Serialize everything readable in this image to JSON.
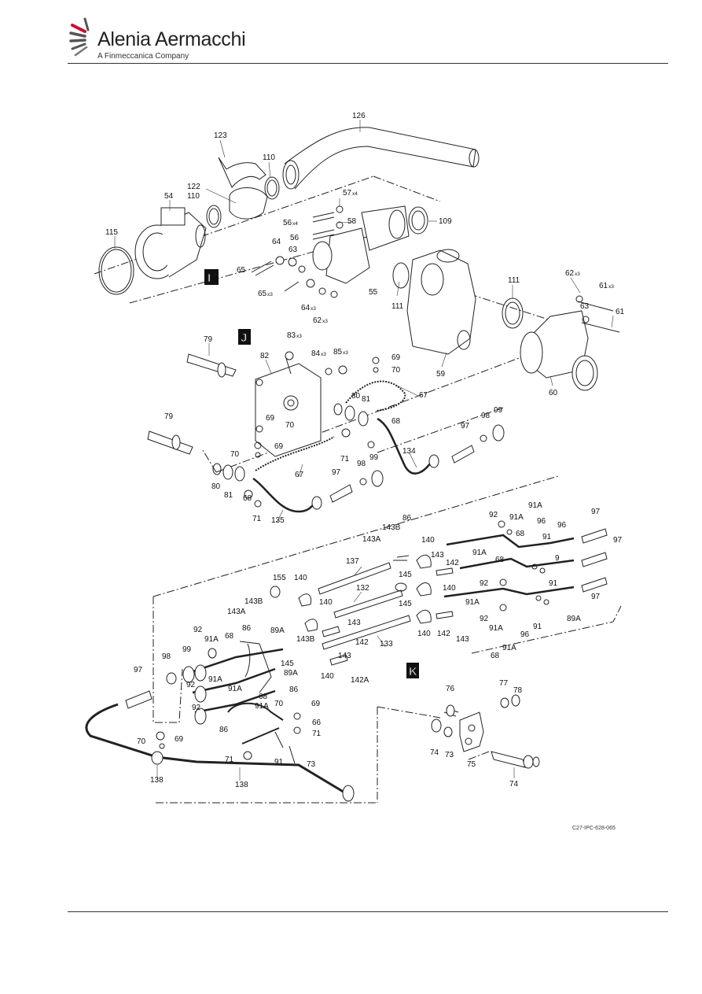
{
  "header": {
    "brand": "Alenia Aermacchi",
    "subtitle": "A Finmeccanica Company"
  },
  "figure_ref": "C27-IPC-628-065",
  "views": [
    "I",
    "J",
    "K"
  ],
  "callouts": {
    "c126": "126",
    "c123": "123",
    "c110a": "110",
    "c122": "122",
    "c110b": "110",
    "c54": "54",
    "c115": "115",
    "c57": "57",
    "c57q": "x4",
    "c58": "58",
    "c109": "109",
    "c56a": "56",
    "c56aq": "x4",
    "c56b": "56",
    "c64a": "64",
    "c63a": "63",
    "c65a": "65",
    "c65b": "65",
    "c65bq": "x3",
    "c64b": "64",
    "c64bq": "x3",
    "c62a": "62",
    "c62aq": "x3",
    "c55": "55",
    "c111a": "111",
    "c111b": "111",
    "c62b": "62",
    "c62bq": "x3",
    "c61a": "61",
    "c61aq": "x3",
    "c63b": "63",
    "c61b": "61",
    "c59": "59",
    "c60": "60",
    "c79a": "79",
    "c83": "83",
    "c83q": "x3",
    "c82": "82",
    "c84": "84",
    "c84q": "x3",
    "c85": "85",
    "c85q": "x3",
    "c69a": "69",
    "c70a": "70",
    "c80a": "80",
    "c81a": "81",
    "c67a": "67",
    "c69b": "69",
    "c70b": "70",
    "c68a": "68",
    "c79b": "79",
    "c97a": "97",
    "c98a": "98",
    "c99a": "99",
    "c71a": "71",
    "c134": "134",
    "c70c": "70",
    "c69c": "69",
    "c67b": "67",
    "c98b": "98",
    "c99b": "99",
    "c80b": "80",
    "c81b": "81",
    "c68b": "68",
    "c97b": "97",
    "c71b": "71",
    "c135": "135",
    "c86a": "86",
    "c143Ba": "143B",
    "c143Aa": "143A",
    "c140a": "140",
    "c143a": "143",
    "c142a": "142",
    "c145a": "145",
    "c92a": "92",
    "c91Aa": "91A",
    "c91Ab": "91A",
    "c68c": "68",
    "c96a": "96",
    "c96b": "96",
    "c97c": "97",
    "c97d": "97",
    "c91a": "91",
    "c9": "9",
    "c91Ac": "91A",
    "c68d": "68",
    "c137": "137",
    "c155": "155",
    "c140b": "140",
    "c132": "132",
    "c140c": "140",
    "c92b": "92",
    "c91b": "91",
    "c97e": "97",
    "c91Ad": "91A",
    "c89Aa": "89A",
    "c145b": "145",
    "c92c": "92",
    "c91Ae": "91A",
    "c91c": "91",
    "c140d": "140",
    "c142b": "142",
    "c143b": "143",
    "c96c": "96",
    "c68e": "68",
    "c91Af": "91A",
    "c143Bb": "143B",
    "c140e": "140",
    "c143Ab": "143A",
    "c143c": "143",
    "c86b": "86",
    "c89Ab": "89A",
    "c68f": "68",
    "c143Bc": "143B",
    "c142c": "142",
    "c133": "133",
    "c92d": "92",
    "c91Ag": "91A",
    "c99c": "99",
    "c98c": "98",
    "c145c": "145",
    "c143d": "143",
    "c97f": "97",
    "c89Ac": "89A",
    "c140f": "140",
    "c142A": "142A",
    "c92e": "92",
    "c91Ah": "91A",
    "c91Ai": "91A",
    "c70d": "70",
    "c86c": "86",
    "c68g": "68",
    "c92f": "92",
    "c91Aj": "91A",
    "c69d": "69",
    "c66": "66",
    "c86d": "86",
    "c71c": "71",
    "c70e": "70",
    "c69e": "69",
    "c71d": "71",
    "c91d": "91",
    "c73a": "73",
    "c138a": "138",
    "c138b": "138",
    "c76": "76",
    "c77": "77",
    "c78": "78",
    "c74a": "74",
    "c73b": "73",
    "c75": "75",
    "c74b": "74"
  }
}
